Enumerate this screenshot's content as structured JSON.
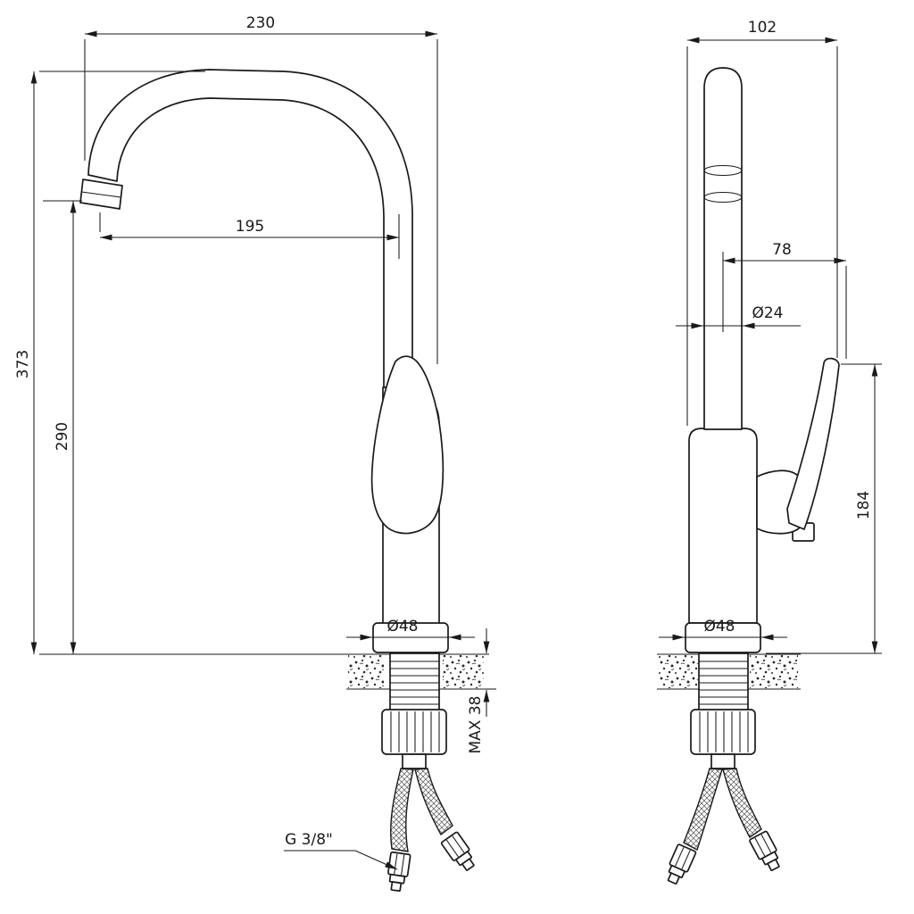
{
  "colors": {
    "line": "#1a1a1a",
    "background": "#ffffff"
  },
  "side_view": {
    "total_width": "230",
    "spout_reach": "195",
    "total_height": "373",
    "outlet_height": "290",
    "base_diameter": "Ø48",
    "counter_max_thickness": "MAX 38",
    "thread_label": "G 3/8\""
  },
  "front_view": {
    "total_width": "102",
    "handle_reach": "78",
    "pipe_diameter": "Ø24",
    "handle_height": "184",
    "base_diameter": "Ø48"
  }
}
